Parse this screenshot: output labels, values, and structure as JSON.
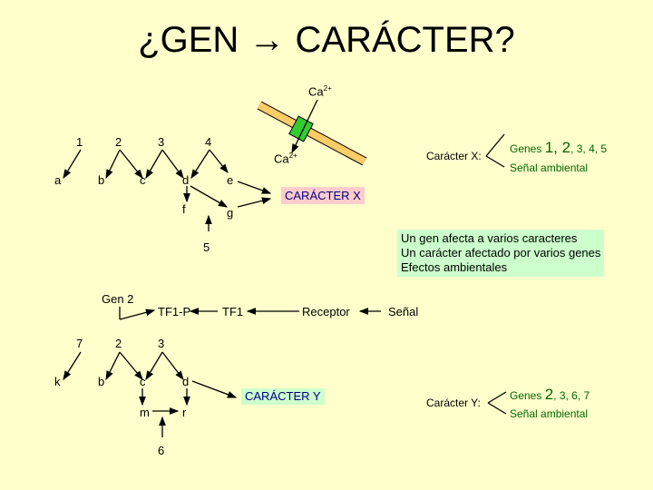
{
  "title": "¿GEN → CARÁCTER?",
  "ca_top": {
    "base": "Ca",
    "sup": "2+"
  },
  "ca_mid": {
    "base": "Ca",
    "sup": "2+"
  },
  "diagram1": {
    "genes": [
      "1",
      "2",
      "3",
      "4"
    ],
    "nodes": [
      "a",
      "b",
      "c",
      "d",
      "e",
      "f",
      "g"
    ],
    "five": "5",
    "caracter": "CARÁCTER X",
    "label": "Carácter X:",
    "genes_label": {
      "pre": "Genes ",
      "big": "1, 2",
      "post": ", 3, 4, 5"
    },
    "senal": "Señal ambiental"
  },
  "summary": [
    "Un gen afecta a varios caracteres",
    "Un carácter afectado por varios genes",
    "Efectos ambientales"
  ],
  "pathway": {
    "gen2": "Gen 2",
    "tf1p": "TF1-P",
    "tf1": "TF1",
    "receptor": "Receptor",
    "senal": "Señal"
  },
  "diagram2": {
    "genes": [
      "7",
      "2",
      "3"
    ],
    "nodes": [
      "k",
      "b",
      "c",
      "d",
      "m",
      "r"
    ],
    "six": "6",
    "caracter": "CARÁCTER Y",
    "label": "Carácter Y:",
    "genes_label": {
      "pre": "Genes ",
      "big": "2",
      "post": ", 3, 6, 7"
    },
    "senal": "Señal ambiental"
  }
}
